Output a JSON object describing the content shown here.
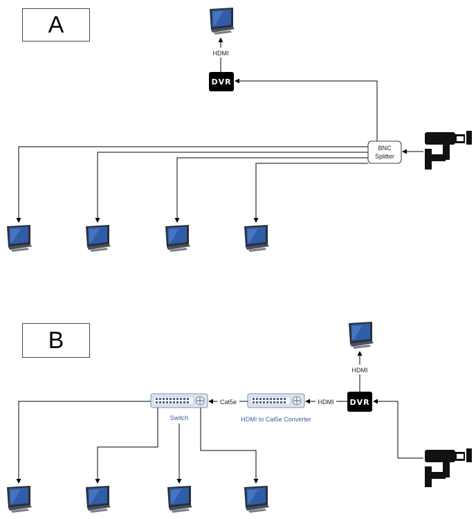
{
  "panels": [
    {
      "id": "A",
      "label": "A",
      "dvr_label": "DVR",
      "hdmi_label": "HDMI",
      "splitter_label": [
        "BNC",
        "Splitter"
      ]
    },
    {
      "id": "B",
      "label": "B",
      "dvr_label": "DVR",
      "hdmi_up_label": "HDMI",
      "hdmi_side_label": "HDMI",
      "cat5e_label": "Cat5e",
      "converter_label": "HDMI to Cat5e Converter",
      "switch_label": "Switch"
    }
  ],
  "icons": [
    "monitor-icon",
    "security-camera-icon",
    "dvr-icon",
    "network-switch-icon",
    "converter-icon"
  ],
  "colors": {
    "dvr": "#000000",
    "monitor_screen": "#2f5da8",
    "device_body": "#dfe5ee",
    "device_label": "#3a5f9e"
  }
}
